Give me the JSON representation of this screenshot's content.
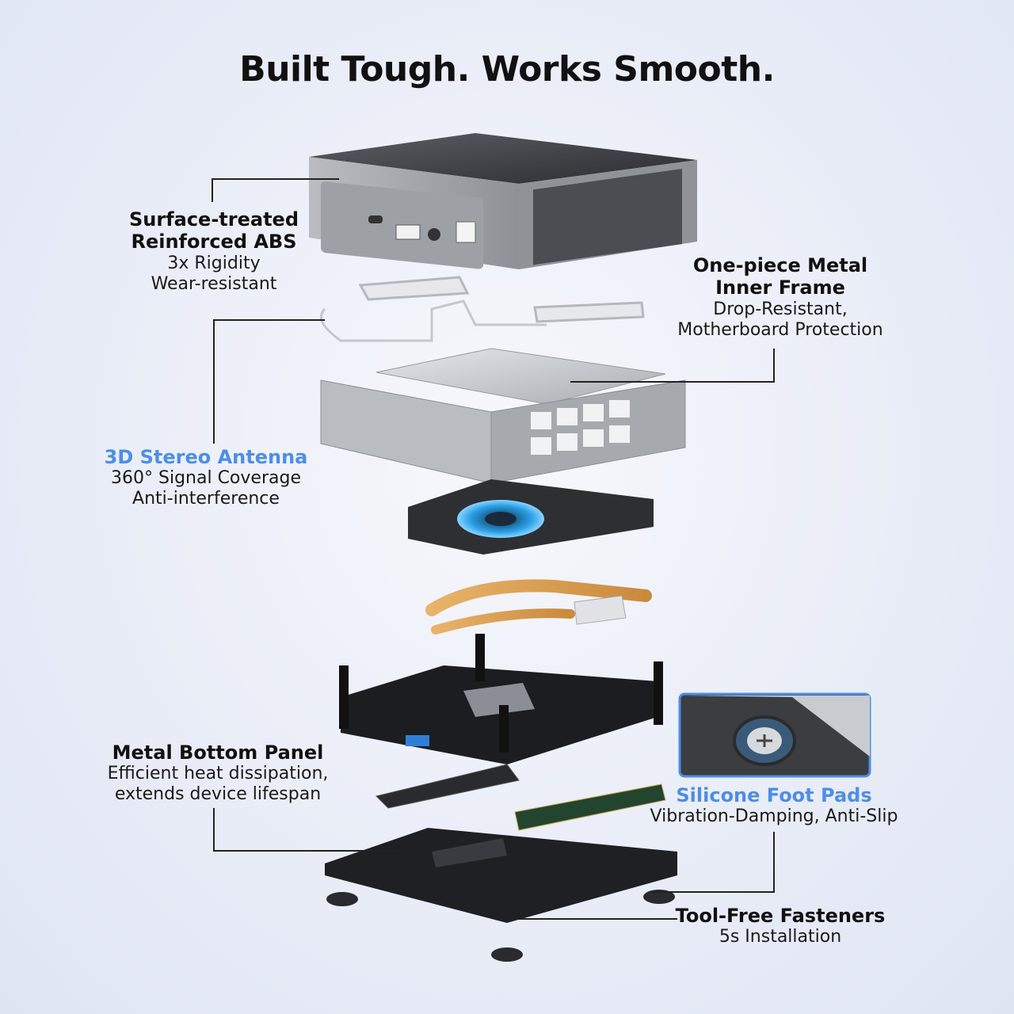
{
  "title": "Built Tough. Works Smooth.",
  "colors": {
    "accent_blue": "#4d8ee6",
    "text": "#111111",
    "leader": "#222222"
  },
  "callouts": {
    "abs": {
      "heading_1": "Surface-treated",
      "heading_2": "Reinforced ABS",
      "sub_1": "3x Rigidity",
      "sub_2": "Wear-resistant"
    },
    "frame": {
      "heading_1": "One-piece Metal",
      "heading_2": "Inner Frame",
      "sub_1": "Drop-Resistant,",
      "sub_2": "Motherboard Protection"
    },
    "antenna": {
      "heading": "3D Stereo Antenna",
      "sub_1": "360° Signal Coverage",
      "sub_2": "Anti-interference"
    },
    "bottom": {
      "heading": "Metal Bottom Panel",
      "sub_1": "Efficient heat dissipation,",
      "sub_2": "extends device lifespan"
    },
    "foot": {
      "heading": "Silicone Foot Pads",
      "sub_1": "Vibration-Damping, Anti-Slip"
    },
    "fasteners": {
      "heading": "Tool-Free Fasteners",
      "sub_1": "5s Installation"
    }
  },
  "icons": [
    "usb-c-port-icon",
    "usb-a-port-icon",
    "audio-jack-icon",
    "power-button-icon",
    "screw-icon"
  ]
}
